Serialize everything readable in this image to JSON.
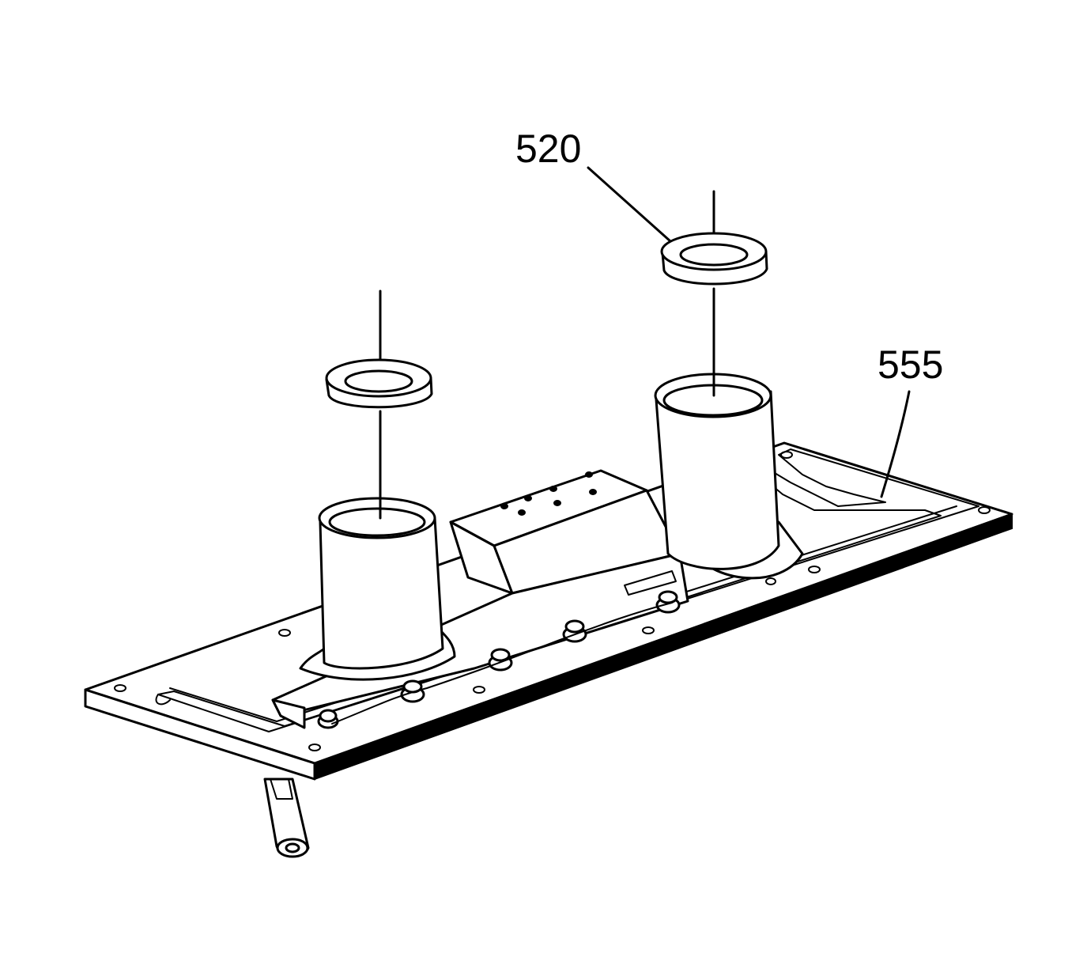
{
  "diagram": {
    "callouts": [
      {
        "id": "seal",
        "label": "520"
      },
      {
        "id": "gasket",
        "label": "555"
      }
    ]
  }
}
